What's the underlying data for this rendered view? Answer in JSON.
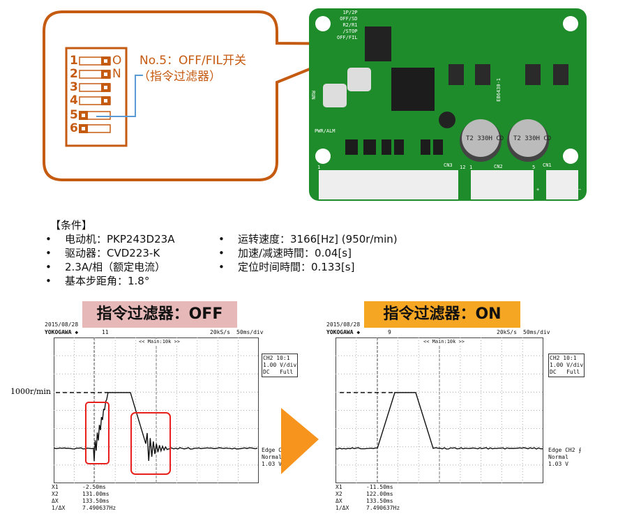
{
  "callout": {
    "switch_numbers": [
      "1",
      "2",
      "3",
      "4",
      "5",
      "6"
    ],
    "on_label": [
      "O",
      "N"
    ],
    "title": "No.5：OFF/FIL开关",
    "subtitle": "（指令过滤器）"
  },
  "pcb": {
    "labels": [
      "1P/2P",
      "OFF/SD",
      "R2/R1",
      "/STOP",
      "OFF/FIL"
    ],
    "run": "RUN",
    "pwr_alm": "PWR/ALM",
    "board_id": "EB6430-1",
    "cap": "T2 330H CD",
    "cn3": "CN3",
    "cn2": "CN2",
    "cn1": "CN1",
    "pin1": "1",
    "pin12": "12",
    "pin1b": "1",
    "pin5": "5",
    "plus": "+",
    "minus": "−"
  },
  "conditions": {
    "heading": "【条件】",
    "left": [
      "电动机：PKP243D23A",
      "驱动器：CVD223-K",
      "2.3A/相（额定电流）",
      "基本步距角：1.8°"
    ],
    "right": [
      "运转速度：3166[Hz] (950r/min)",
      "加速/减速時間：0.04[s]",
      "定位时间時間：0.133[s]"
    ]
  },
  "speed_label": "1000r/min",
  "scopes": [
    {
      "tag": "指令过滤器：OFF",
      "tag_color": "#e6b9b8",
      "date": "2015/08/28",
      "brand": "YOKOGAWA ◆",
      "trig": "11",
      "rate": "20kS/s",
      "tdiv": "50ms/div",
      "main": "<< Main:10k >>",
      "ch": [
        "CH2 10:1",
        "1.00 V/div",
        "DC   Full"
      ],
      "trigger": [
        "Edge CH2",
        "Normal",
        "1.03 V"
      ],
      "cursors": [
        [
          "X1",
          "-2.50ms"
        ],
        [
          "X2",
          "131.00ms"
        ],
        [
          "ΔX",
          "133.50ms"
        ],
        [
          "1/ΔX",
          "7.490637Hz"
        ]
      ]
    },
    {
      "tag": "指令过滤器：ON",
      "tag_color": "#f5a623",
      "date": "2015/08/28",
      "brand": "YOKOGAWA ◆",
      "trig": "9",
      "rate": "20kS/s",
      "tdiv": "50ms/div",
      "main": "<< Main:10k >>",
      "ch": [
        "CH2 10:1",
        "1.00 V/div",
        "DC   Full"
      ],
      "trigger": [
        "Edge CH2 ⨍",
        "Normal",
        "1.03 V"
      ],
      "cursors": [
        [
          "X1",
          "-11.50ms"
        ],
        [
          "X2",
          "122.00ms"
        ],
        [
          "ΔX",
          "133.50ms"
        ],
        [
          "1/ΔX",
          "7.490637Hz"
        ]
      ]
    }
  ],
  "colors": {
    "accent": "#c55a11",
    "arrow": "#f7941d",
    "highlight": "#e8201c",
    "pcb": "#1e8c2a"
  }
}
